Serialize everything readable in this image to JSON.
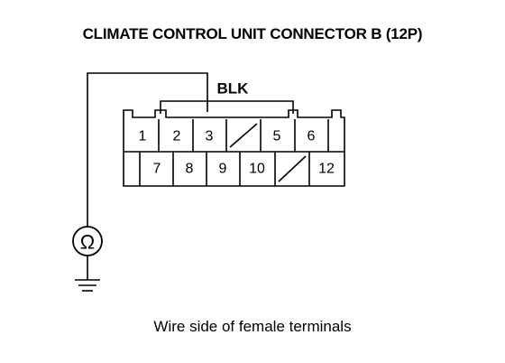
{
  "title": "CLIMATE CONTROL UNIT CONNECTOR B (12P)",
  "caption": "Wire side of female terminals",
  "wire": {
    "color_label": "BLK",
    "terminal": "3"
  },
  "meter": {
    "symbol": "Ω",
    "icon": "ohmmeter-icon"
  },
  "ground_icon": "ground-icon",
  "connector": {
    "top_row": [
      "1",
      "2",
      "3",
      "",
      "5",
      "6",
      ""
    ],
    "bottom_row": [
      "",
      "7",
      "8",
      "9",
      "10",
      "",
      "12"
    ]
  }
}
